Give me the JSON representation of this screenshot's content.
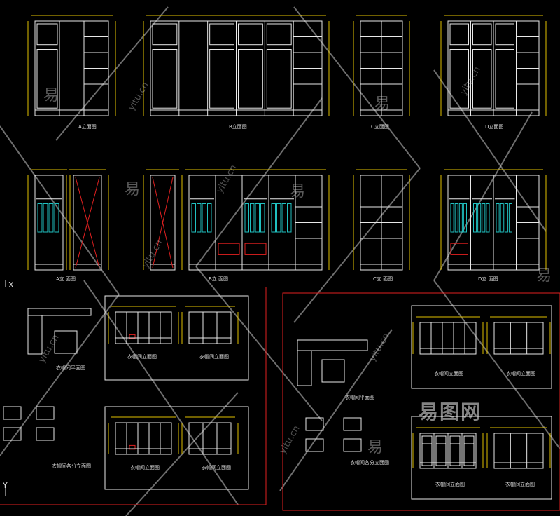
{
  "elevations_top": [
    {
      "label": "A立面图"
    },
    {
      "label": "B立面图"
    },
    {
      "label": "C立面图"
    },
    {
      "label": "D立面图"
    }
  ],
  "elevations_mid": [
    {
      "label": "A立 面图"
    },
    {
      "label": "B立 面图"
    },
    {
      "label": "C立 面图"
    },
    {
      "label": "D立 面图"
    }
  ],
  "sheet_left": {
    "plan_label": "衣帽间平面图",
    "elev1_label": "衣帽间立面图",
    "elev2_label": "衣帽间立面图",
    "details_label": "衣帽间各分立面图",
    "elev3_label": "衣帽间立面图",
    "elev4_label": "衣帽间立面图"
  },
  "sheet_right": {
    "plan_label": "衣帽间平面图",
    "elev1_label": "衣帽间立面图",
    "elev2_label": "衣帽间立面图",
    "details_label": "衣帽间各分立面图",
    "elev3_label": "衣帽间立面图",
    "elev4_label": "衣帽间立面图"
  },
  "axes": {
    "x": "X",
    "y": "Y"
  },
  "watermark": {
    "site": "yitu.cn",
    "char": "易",
    "logo": "易图网"
  },
  "colors": {
    "line": "#e8e8e8",
    "dim": "#e0c000",
    "red": "#e02020",
    "cyan": "#20c0c0",
    "green": "#20d020"
  }
}
